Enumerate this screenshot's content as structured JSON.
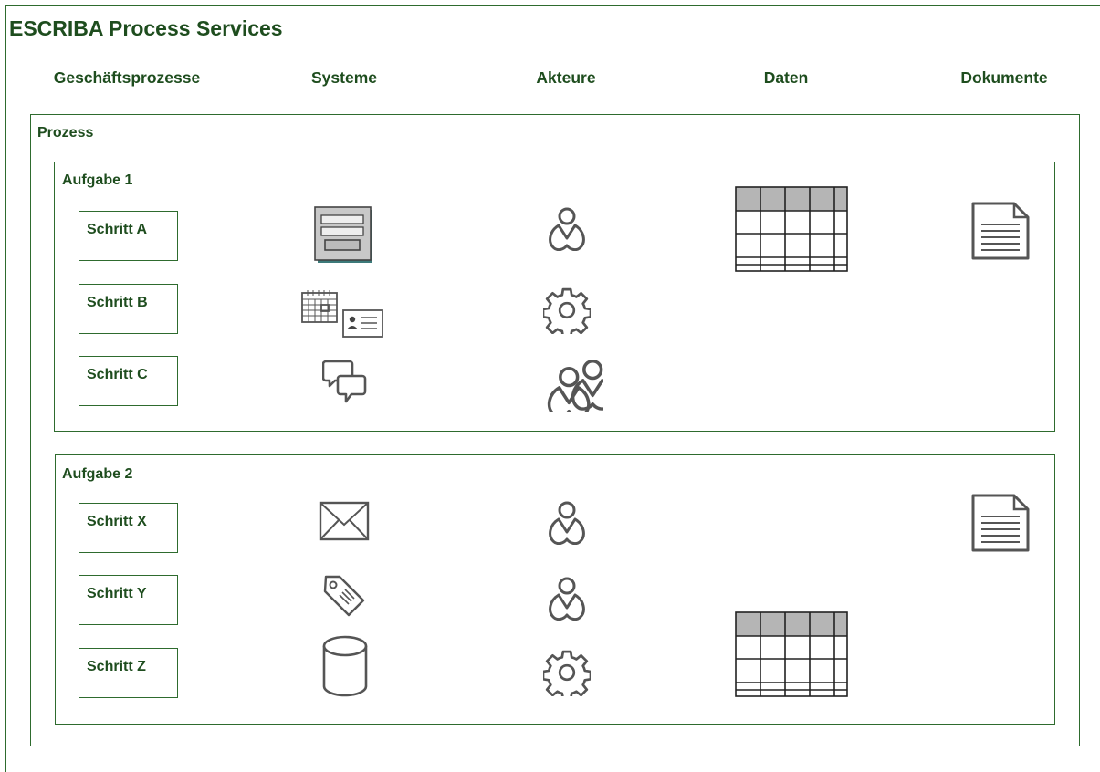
{
  "title": "ESCRIBA Process Services",
  "columns": [
    "Geschäftsprozesse",
    "Systeme",
    "Akteure",
    "Daten",
    "Dokumente"
  ],
  "process": {
    "label": "Prozess",
    "tasks": [
      {
        "label": "Aufgabe 1",
        "steps": [
          {
            "label": "Schritt A",
            "system_icon": "form-window-icon",
            "actor_icon": "user-icon"
          },
          {
            "label": "Schritt B",
            "system_icon": "calendar-contact-icon",
            "actor_icon": "gear-icon"
          },
          {
            "label": "Schritt C",
            "system_icon": "chat-icon",
            "actor_icon": "user-group-icon"
          }
        ],
        "data_icon": "table-icon",
        "document_icon": "document-icon"
      },
      {
        "label": "Aufgabe 2",
        "steps": [
          {
            "label": "Schritt X",
            "system_icon": "envelope-icon",
            "actor_icon": "user-icon"
          },
          {
            "label": "Schritt Y",
            "system_icon": "tag-icon",
            "actor_icon": "user-icon"
          },
          {
            "label": "Schritt Z",
            "system_icon": "database-icon",
            "actor_icon": "gear-icon"
          }
        ],
        "data_icon": "table-icon",
        "document_icon": "document-icon"
      }
    ]
  },
  "colors": {
    "accent": "#2e6b2e",
    "text": "#1e4d1e",
    "icon": "#555555"
  }
}
